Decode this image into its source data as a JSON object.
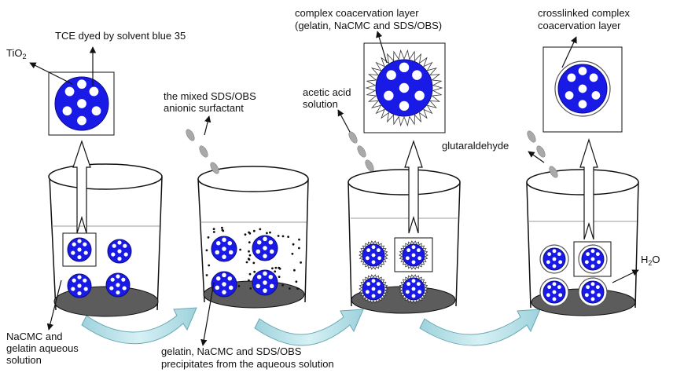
{
  "labels": {
    "tce_dyed": "TCE dyed by solvent blue 35",
    "tio2_main": "TiO",
    "tio2_sub": "2",
    "mixed_line1": "the mixed SDS/OBS",
    "mixed_line2": "anionic surfactant",
    "complex_line1": "complex coacervation layer",
    "complex_line2": "(gelatin, NaCMC and SDS/OBS)",
    "acetic_line1": "acetic acid",
    "acetic_line2": "solution",
    "crosslinked_line1": "crosslinked complex",
    "crosslinked_line2": "coacervation layer",
    "glutaraldehyde": "glutaraldehyde",
    "h2o_main": "H",
    "h2o_sub": "2",
    "h2o_end": "O",
    "nacmc_line1": "NaCMC and",
    "nacmc_line2": "gelatin aqueous",
    "nacmc_line3": "solution",
    "gelatin_line1": "gelatin, NaCMC and SDS/OBS",
    "gelatin_line2": "precipitates from the aqueous solution"
  },
  "colors": {
    "droplet": "#1a1ae6",
    "beaker_base": "#5c5c5c",
    "arrow_fill": "#bfe6ee",
    "drop": "#a9a9a9"
  }
}
